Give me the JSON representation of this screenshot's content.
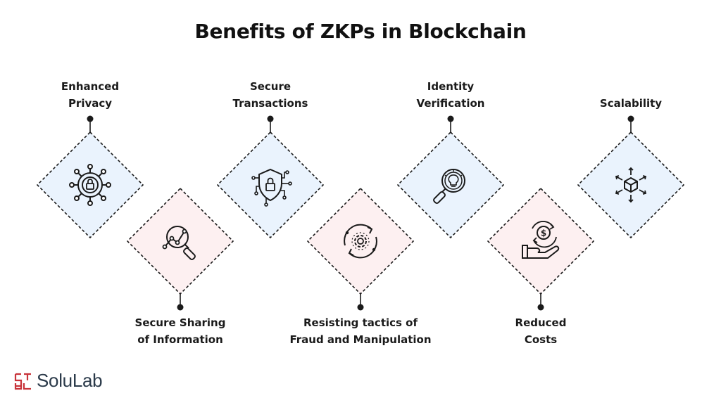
{
  "title": "Benefits of ZKPs in Blockchain",
  "benefits": [
    {
      "line1": "Enhanced",
      "line2": "Privacy",
      "icon": "network-lock-icon"
    },
    {
      "line1": "Secure Sharing",
      "line2": "of Information",
      "icon": "magnifier-chart-icon"
    },
    {
      "line1": "Secure",
      "line2": "Transactions",
      "icon": "shield-lock-icon"
    },
    {
      "line1": "Resisting tactics of",
      "line2": "Fraud and Manipulation",
      "icon": "cycle-gear-icon"
    },
    {
      "line1": "Identity",
      "line2": "Verification",
      "icon": "magnifier-bulb-icon"
    },
    {
      "line1": "Reduced",
      "line2": "Costs",
      "icon": "hand-coin-icon"
    },
    {
      "line1": "Scalability",
      "line2": "",
      "icon": "cube-arrows-icon"
    }
  ],
  "colors": {
    "top_fill": "#EAF3FD",
    "bottom_fill": "#FDF0F1",
    "stroke": "#1A1A1A",
    "brand": "#C8333A"
  },
  "brand": {
    "name": "SoluLab"
  }
}
